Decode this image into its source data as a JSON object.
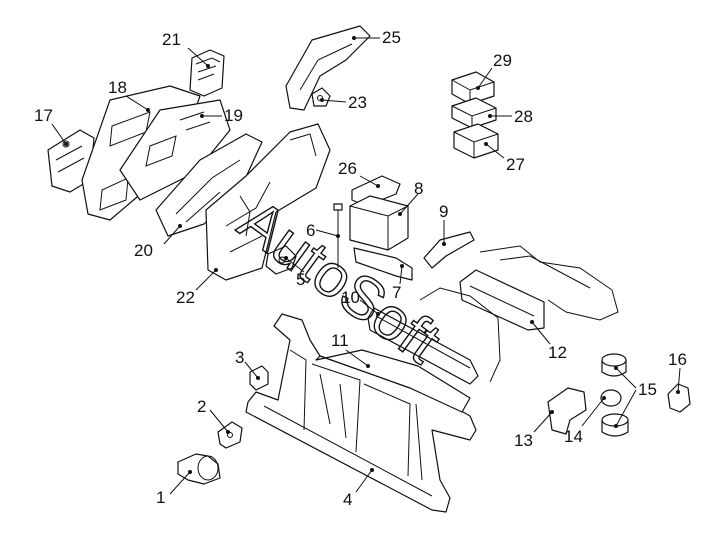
{
  "diagram": {
    "watermark_text": "AutoSoft",
    "callouts": [
      {
        "id": "c1",
        "label": "1"
      },
      {
        "id": "c2",
        "label": "2"
      },
      {
        "id": "c3",
        "label": "3"
      },
      {
        "id": "c4",
        "label": "4"
      },
      {
        "id": "c5",
        "label": "5"
      },
      {
        "id": "c6",
        "label": "6"
      },
      {
        "id": "c7",
        "label": "7"
      },
      {
        "id": "c8",
        "label": "8"
      },
      {
        "id": "c9",
        "label": "9"
      },
      {
        "id": "c10",
        "label": "10"
      },
      {
        "id": "c11",
        "label": "11"
      },
      {
        "id": "c12",
        "label": "12"
      },
      {
        "id": "c13",
        "label": "13"
      },
      {
        "id": "c14",
        "label": "14"
      },
      {
        "id": "c15",
        "label": "15"
      },
      {
        "id": "c16",
        "label": "16"
      },
      {
        "id": "c17",
        "label": "17"
      },
      {
        "id": "c18",
        "label": "18"
      },
      {
        "id": "c19",
        "label": "19"
      },
      {
        "id": "c20",
        "label": "20"
      },
      {
        "id": "c21",
        "label": "21"
      },
      {
        "id": "c22",
        "label": "22"
      },
      {
        "id": "c23",
        "label": "23"
      },
      {
        "id": "c25",
        "label": "25"
      },
      {
        "id": "c26",
        "label": "26"
      },
      {
        "id": "c27",
        "label": "27"
      },
      {
        "id": "c28",
        "label": "28"
      },
      {
        "id": "c29",
        "label": "29"
      }
    ]
  }
}
